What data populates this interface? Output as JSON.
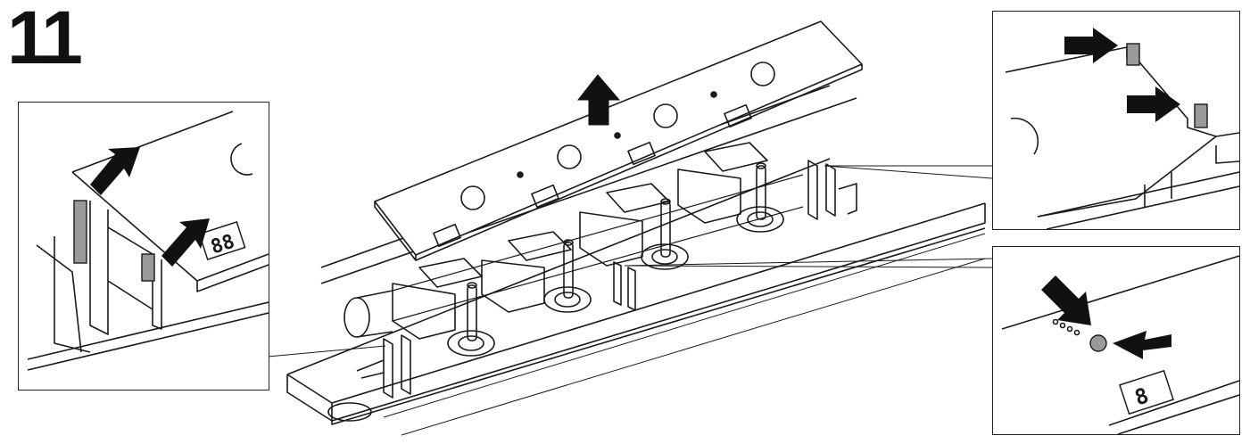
{
  "step": {
    "number": "11"
  },
  "colors": {
    "line": "#1a1a1a",
    "clip_fill": "#9a9a9a",
    "arrow": "#111111",
    "paper": "#ffffff"
  },
  "icons": {
    "lift_arrow": "up-arrow-icon",
    "pointer_arrow": "right-arrow-icon"
  },
  "insets": [
    {
      "id": "left",
      "shows": "board-clip-detail"
    },
    {
      "id": "top-right",
      "shows": "board-notch-detail"
    },
    {
      "id": "bottom-right",
      "shows": "board-post-detail"
    }
  ]
}
